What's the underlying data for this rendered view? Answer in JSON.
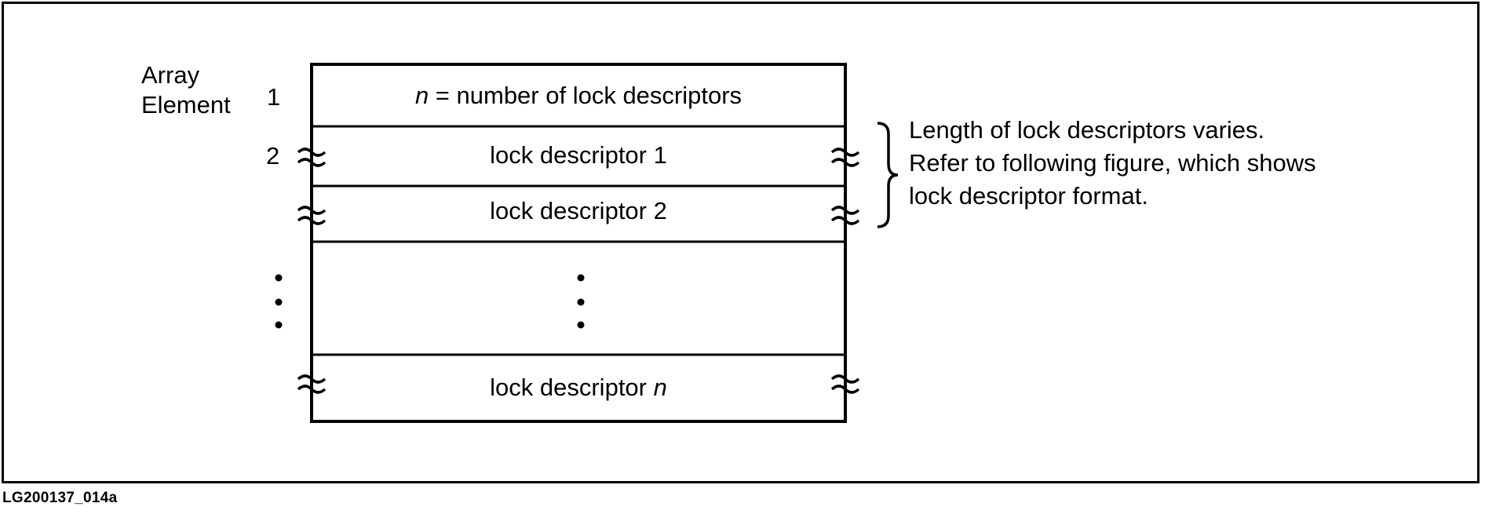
{
  "row_label_header": [
    "Array",
    "Element"
  ],
  "row_numbers": [
    "1",
    "2"
  ],
  "cells": [
    {
      "italic_prefix": "n",
      "text": " = number of lock descriptors"
    },
    {
      "text": "lock descriptor 1"
    },
    {
      "text": "lock descriptor 2"
    },
    {
      "text": "lock descriptor ",
      "italic_suffix": "n"
    }
  ],
  "note_lines": [
    "Length of lock descriptors varies.",
    "Refer to following figure, which shows",
    "lock descriptor format."
  ],
  "figure_id": "LG200137_014a"
}
